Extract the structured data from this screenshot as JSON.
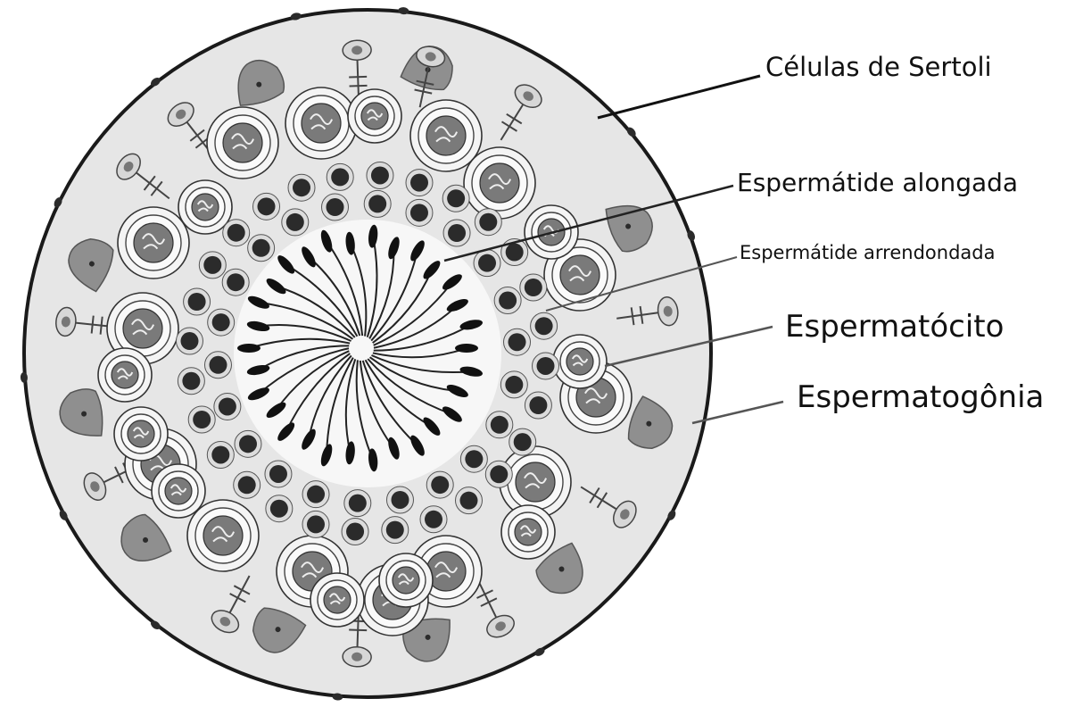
{
  "diagram": {
    "labels": {
      "sertoli": "Células de Sertoli",
      "espermatide_alongada": "Espermátide alongada",
      "espermatide_arredondada": "Espermátide arrendondada",
      "espermatocito": "Espermatócito",
      "espermatogonia": "Espermatogônia"
    },
    "colors": {
      "tubule_fill": "#e6e6e6",
      "outline": "#1a1a1a",
      "sertoli_fill": "#8f8f8f",
      "nucleus_dark": "#2b2b2b",
      "spermatocyte_nucleus": "#7a7a7a",
      "cell_halo": "#f4f4f4",
      "leader_line": "#555555"
    }
  }
}
